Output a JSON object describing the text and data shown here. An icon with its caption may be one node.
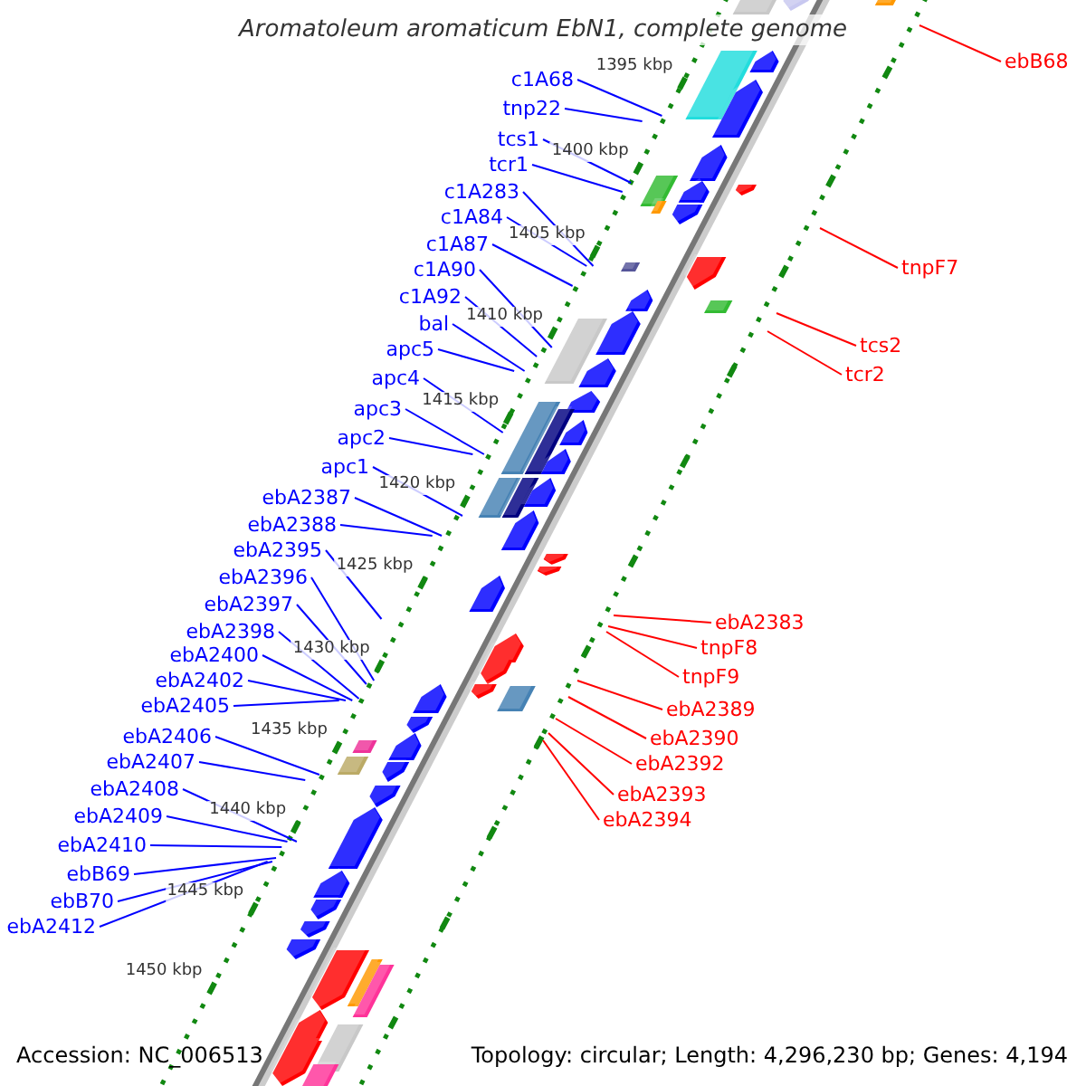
{
  "diagram": {
    "title": "Aromatoleum aromaticum EbN1, complete genome",
    "nodes": [
      {
        "text": [
          "c1A68"
        ]
      },
      {
        "text": [
          "tnp22"
        ]
      },
      {
        "text": [
          "tcs1"
        ]
      },
      {
        "text": [
          "tcr1"
        ]
      },
      {
        "text": [
          "c1A283"
        ]
      },
      {
        "text": [
          "c1A84"
        ]
      },
      {
        "text": [
          "c1A87"
        ]
      },
      {
        "text": [
          "c1A90"
        ]
      },
      {
        "text": [
          "c1A92"
        ]
      },
      {
        "text": [
          "bal"
        ]
      },
      {
        "text": [
          "apc5"
        ]
      },
      {
        "text": [
          "apc4"
        ]
      },
      {
        "text": [
          "apc3"
        ]
      },
      {
        "text": [
          "apc2"
        ]
      },
      {
        "text": [
          "apc1"
        ]
      },
      {
        "text": [
          "ebA2387"
        ]
      },
      {
        "text": [
          "ebA2388"
        ]
      },
      {
        "text": [
          "ebA2395"
        ]
      },
      {
        "text": [
          "ebA2396"
        ]
      },
      {
        "text": [
          "ebA2397"
        ]
      },
      {
        "text": [
          "ebA2398"
        ]
      },
      {
        "text": [
          "ebA2400"
        ]
      },
      {
        "text": [
          "ebA2402"
        ]
      },
      {
        "text": [
          "ebA2405"
        ]
      },
      {
        "text": [
          "ebA2406"
        ]
      },
      {
        "text": [
          "ebA2407"
        ]
      },
      {
        "text": [
          "ebA2408"
        ]
      },
      {
        "text": [
          "ebA2409"
        ]
      },
      {
        "text": [
          "ebA2410"
        ]
      },
      {
        "text": [
          "ebB69"
        ]
      },
      {
        "text": [
          "ebB70"
        ]
      },
      {
        "text": [
          "ebA2412"
        ]
      },
      {
        "text": [
          "ebB68"
        ]
      },
      {
        "text": [
          "tnpF7"
        ]
      },
      {
        "text": [
          "tcs2"
        ]
      },
      {
        "text": [
          "tcr2"
        ]
      },
      {
        "text": [
          "ebA2383"
        ]
      },
      {
        "text": [
          "tnpF8"
        ]
      },
      {
        "text": [
          "tnpF9"
        ]
      },
      {
        "text": [
          "ebA2389"
        ]
      },
      {
        "text": [
          "ebA2390"
        ]
      },
      {
        "text": [
          "ebA2392"
        ]
      },
      {
        "text": [
          "ebA2393"
        ]
      },
      {
        "text": [
          "ebA2394"
        ]
      }
    ],
    "edges": [
      {
        "from": 0,
        "to": null,
        "arrow": "none"
      },
      {
        "from": 1,
        "to": null,
        "arrow": "none"
      },
      {
        "from": 2,
        "to": null,
        "arrow": "none"
      },
      {
        "from": 3,
        "to": null,
        "arrow": "none"
      },
      {
        "from": 4,
        "to": null,
        "arrow": "none"
      },
      {
        "from": 5,
        "to": null,
        "arrow": "none"
      },
      {
        "from": 6,
        "to": null,
        "arrow": "none"
      },
      {
        "from": 7,
        "to": null,
        "arrow": "none"
      },
      {
        "from": 8,
        "to": null,
        "arrow": "none"
      },
      {
        "from": 9,
        "to": null,
        "arrow": "none"
      },
      {
        "from": 10,
        "to": null,
        "arrow": "none"
      },
      {
        "from": 11,
        "to": null,
        "arrow": "none"
      },
      {
        "from": 12,
        "to": null,
        "arrow": "none"
      },
      {
        "from": 13,
        "to": null,
        "arrow": "none"
      },
      {
        "from": 14,
        "to": null,
        "arrow": "none"
      },
      {
        "from": 15,
        "to": null,
        "arrow": "none"
      },
      {
        "from": 16,
        "to": null,
        "arrow": "none"
      },
      {
        "from": 17,
        "to": null,
        "arrow": "none"
      },
      {
        "from": 18,
        "to": null,
        "arrow": "none"
      },
      {
        "from": 19,
        "to": null,
        "arrow": "none"
      },
      {
        "from": 20,
        "to": null,
        "arrow": "none"
      },
      {
        "from": 21,
        "to": null,
        "arrow": "none"
      },
      {
        "from": 22,
        "to": null,
        "arrow": "none"
      },
      {
        "from": 23,
        "to": null,
        "arrow": "none"
      },
      {
        "from": 24,
        "to": null,
        "arrow": "none"
      },
      {
        "from": 25,
        "to": null,
        "arrow": "none"
      },
      {
        "from": 26,
        "to": null,
        "arrow": "none"
      },
      {
        "from": 27,
        "to": null,
        "arrow": "none"
      },
      {
        "from": 28,
        "to": null,
        "arrow": "none"
      },
      {
        "from": 29,
        "to": null,
        "arrow": "none"
      },
      {
        "from": 30,
        "to": null,
        "arrow": "none"
      },
      {
        "from": 31,
        "to": null,
        "arrow": "none"
      },
      {
        "from": 32,
        "to": null,
        "arrow": "none",
        "color": "#ff0000"
      },
      {
        "from": 33,
        "to": null,
        "arrow": "none",
        "color": "#ff0000"
      },
      {
        "from": 34,
        "to": null,
        "arrow": "none",
        "color": "#ff0000"
      },
      {
        "from": 35,
        "to": null,
        "arrow": "none",
        "color": "#ff0000"
      },
      {
        "from": 36,
        "to": null,
        "arrow": "none",
        "color": "#ff0000"
      },
      {
        "from": 37,
        "to": null,
        "arrow": "none",
        "color": "#ff0000"
      },
      {
        "from": 38,
        "to": null,
        "arrow": "none",
        "color": "#ff0000"
      },
      {
        "from": 39,
        "to": null,
        "arrow": "none",
        "color": "#ff0000"
      },
      {
        "from": 40,
        "to": null,
        "arrow": "none",
        "color": "#ff0000"
      },
      {
        "from": 41,
        "to": null,
        "arrow": "none",
        "color": "#ff0000"
      },
      {
        "from": 42,
        "to": null,
        "arrow": "none",
        "color": "#ff0000"
      },
      {
        "from": 43,
        "to": null,
        "arrow": "none",
        "color": "#ff0000"
      }
    ],
    "labels": [
      "1395 kbp",
      "1400 kbp",
      "1405 kbp",
      "1410 kbp",
      "1415 kbp",
      "1420 kbp",
      "1425 kbp",
      "1430 kbp",
      "1435 kbp",
      "1440 kbp",
      "1445 kbp",
      "1450 kbp",
      "Accession: NC_006513",
      "Topology: circular; Length: 4,296,230 bp; Genes: 4,194"
    ]
  }
}
